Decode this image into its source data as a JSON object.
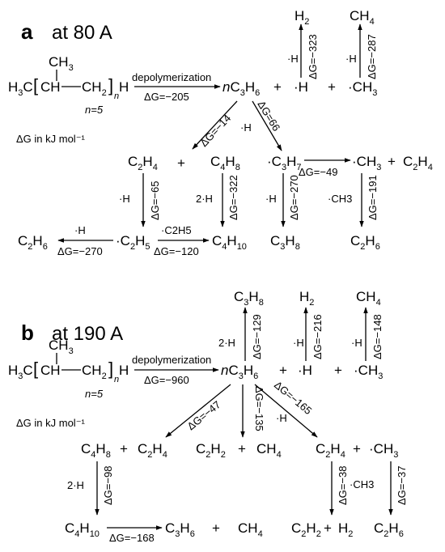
{
  "panels": [
    {
      "letter": "a",
      "condition": "at 80 A",
      "dg_units": "ΔG in kJ mol⁻¹",
      "n_value": "n=5",
      "reactions": {
        "depolymerization": {
          "label": "depolymerization",
          "dg": "ΔG=−205"
        },
        "h_h": {
          "reagent": "·H",
          "dg": "ΔG=−323"
        },
        "h_ch3": {
          "reagent": "·H",
          "dg": "ΔG=−287"
        },
        "to_c2h4": {
          "dg": "ΔG=−14"
        },
        "to_c3h7": {
          "reagent": "·H",
          "dg": "ΔG=66"
        },
        "c3h7_split": {
          "dg": "ΔG=−49"
        },
        "c2h4_h": {
          "reagent": "·H",
          "dg": "ΔG=−65"
        },
        "c4h8_2h": {
          "reagent": "2·H",
          "dg": "ΔG=−322"
        },
        "c3h7_h": {
          "reagent": "·H",
          "dg": "ΔG=−270"
        },
        "ch3_ch3": {
          "reagent": "·CH3",
          "dg": "ΔG=−191"
        },
        "c2h5_h": {
          "reagent": "·H",
          "dg": "ΔG=−270"
        },
        "c2h5_c2h5": {
          "reagent": "·C2H5",
          "dg": "ΔG=−120"
        }
      }
    },
    {
      "letter": "b",
      "condition": "at 190 A",
      "dg_units": "ΔG in kJ mol⁻¹",
      "n_value": "n=5",
      "reactions": {
        "depolymerization": {
          "label": "depolymerization",
          "dg": "ΔG=−960"
        },
        "c3h6_2h": {
          "reagent": "2·H",
          "dg": "ΔG=−129"
        },
        "h_h": {
          "reagent": "·H",
          "dg": "ΔG=−216"
        },
        "h_ch3": {
          "reagent": "·H",
          "dg": "ΔG=−148"
        },
        "to_c4h8": {
          "dg": "ΔG=−47"
        },
        "to_c2h2": {
          "dg": "ΔG=−135"
        },
        "to_c2h4": {
          "reagent": "·H",
          "dg": "ΔG=−165"
        },
        "c4h8_2h": {
          "reagent": "2·H",
          "dg": "ΔG=−98"
        },
        "c2h4_dehydro": {
          "dg": "ΔG=−38"
        },
        "ch3_ch3": {
          "reagent": "·CH3",
          "dg": "ΔG=−37"
        },
        "c4h10_split": {
          "dg": "ΔG=−168"
        }
      }
    }
  ]
}
